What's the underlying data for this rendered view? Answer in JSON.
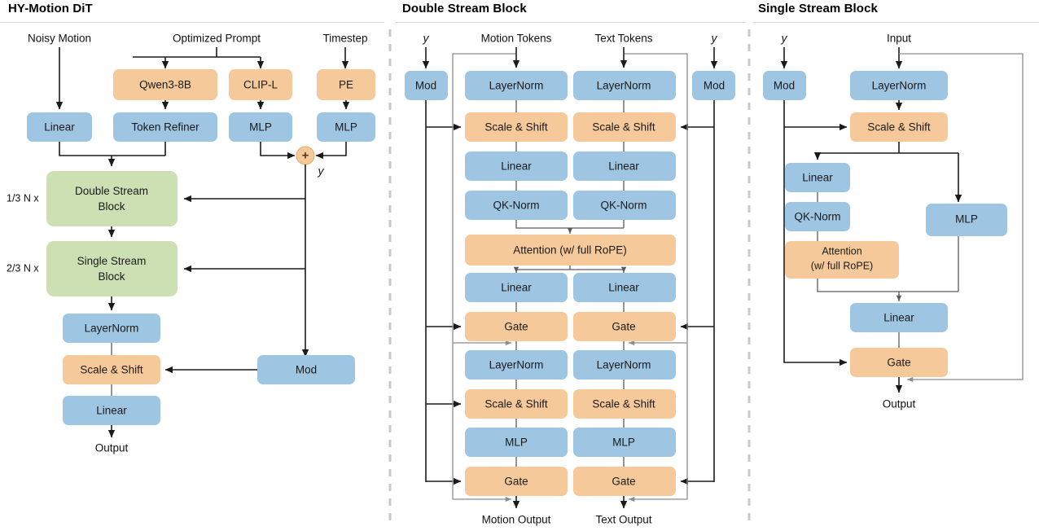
{
  "figure": {
    "kind": "neural-network-architecture-diagram",
    "panels": [
      "HY-Motion DiT",
      "Double Stream Block",
      "Single Stream Block"
    ]
  },
  "colors": {
    "blue": "#9ec5e2",
    "orange": "#f5c99a",
    "green": "#cde0b4",
    "line": "#1a1a1a",
    "line_gray": "#8c8c8c",
    "divider": "#c9c9c9",
    "rule": "#d8d8d8",
    "text": "#111111",
    "background": "#ffffff"
  },
  "panel_left": {
    "title": "HY-Motion DiT",
    "inputs": [
      {
        "name": "noisy-motion",
        "label": "Noisy Motion"
      },
      {
        "name": "optimized-prompt",
        "label": "Optimized Prompt"
      },
      {
        "name": "timestep",
        "label": "Timestep"
      }
    ],
    "blocks": [
      {
        "name": "qwen3-8b",
        "label": "Qwen3-8B",
        "color": "orange"
      },
      {
        "name": "clip-l",
        "label": "CLIP-L",
        "color": "orange"
      },
      {
        "name": "pe",
        "label": "PE",
        "color": "orange"
      },
      {
        "name": "linear-in",
        "label": "Linear",
        "color": "blue"
      },
      {
        "name": "token-refiner",
        "label": "Token Refiner",
        "color": "blue"
      },
      {
        "name": "mlp-clip",
        "label": "MLP",
        "color": "blue"
      },
      {
        "name": "mlp-pe",
        "label": "MLP",
        "color": "blue"
      },
      {
        "name": "double-stream-block",
        "label": "Double Stream Block",
        "color": "green"
      },
      {
        "name": "single-stream-block",
        "label": "Single Stream Block",
        "color": "green"
      },
      {
        "name": "layernorm-out",
        "label": "LayerNorm",
        "color": "blue"
      },
      {
        "name": "scale-shift-out",
        "label": "Scale & Shift",
        "color": "orange"
      },
      {
        "name": "linear-out",
        "label": "Linear",
        "color": "blue"
      },
      {
        "name": "mod",
        "label": "Mod",
        "color": "blue"
      }
    ],
    "annotations": [
      {
        "name": "repeat-double",
        "label": "1/3 N x"
      },
      {
        "name": "repeat-single",
        "label": "2/3 N x"
      },
      {
        "name": "sum-node",
        "label": "+"
      },
      {
        "name": "y-signal",
        "label": "y"
      }
    ],
    "output": {
      "name": "output",
      "label": "Output"
    }
  },
  "panel_middle": {
    "title": "Double Stream Block",
    "inputs": [
      {
        "name": "y-left",
        "label": "y"
      },
      {
        "name": "motion-tokens",
        "label": "Motion Tokens"
      },
      {
        "name": "text-tokens",
        "label": "Text Tokens"
      },
      {
        "name": "y-right",
        "label": "y"
      }
    ],
    "mod_left": {
      "name": "mod-left",
      "label": "Mod",
      "color": "blue"
    },
    "mod_right": {
      "name": "mod-right",
      "label": "Mod",
      "color": "blue"
    },
    "motion_stream": [
      {
        "name": "layernorm-1",
        "label": "LayerNorm",
        "color": "blue"
      },
      {
        "name": "scale-shift-1",
        "label": "Scale & Shift",
        "color": "orange"
      },
      {
        "name": "linear-1",
        "label": "Linear",
        "color": "blue"
      },
      {
        "name": "qk-norm",
        "label": "QK-Norm",
        "color": "blue"
      },
      {
        "name": "linear-2",
        "label": "Linear",
        "color": "blue"
      },
      {
        "name": "gate-1",
        "label": "Gate",
        "color": "orange"
      },
      {
        "name": "layernorm-2",
        "label": "LayerNorm",
        "color": "blue"
      },
      {
        "name": "scale-shift-2",
        "label": "Scale & Shift",
        "color": "orange"
      },
      {
        "name": "mlp",
        "label": "MLP",
        "color": "blue"
      },
      {
        "name": "gate-2",
        "label": "Gate",
        "color": "orange"
      }
    ],
    "text_stream": [
      {
        "name": "layernorm-1",
        "label": "LayerNorm",
        "color": "blue"
      },
      {
        "name": "scale-shift-1",
        "label": "Scale & Shift",
        "color": "orange"
      },
      {
        "name": "linear-1",
        "label": "Linear",
        "color": "blue"
      },
      {
        "name": "qk-norm",
        "label": "QK-Norm",
        "color": "blue"
      },
      {
        "name": "linear-2",
        "label": "Linear",
        "color": "blue"
      },
      {
        "name": "gate-1",
        "label": "Gate",
        "color": "orange"
      },
      {
        "name": "layernorm-2",
        "label": "LayerNorm",
        "color": "blue"
      },
      {
        "name": "scale-shift-2",
        "label": "Scale & Shift",
        "color": "orange"
      },
      {
        "name": "mlp",
        "label": "MLP",
        "color": "blue"
      },
      {
        "name": "gate-2",
        "label": "Gate",
        "color": "orange"
      }
    ],
    "attention": {
      "name": "attention",
      "label": "Attention (w/ full RoPE)",
      "color": "orange"
    },
    "outputs": [
      {
        "name": "motion-output",
        "label": "Motion Output"
      },
      {
        "name": "text-output",
        "label": "Text Output"
      }
    ]
  },
  "panel_right": {
    "title": "Single Stream Block",
    "inputs": [
      {
        "name": "y-left",
        "label": "y"
      },
      {
        "name": "input",
        "label": "Input"
      }
    ],
    "mod": {
      "name": "mod",
      "label": "Mod",
      "color": "blue"
    },
    "blocks": [
      {
        "name": "layernorm",
        "label": "LayerNorm",
        "color": "blue"
      },
      {
        "name": "scale-shift",
        "label": "Scale & Shift",
        "color": "orange"
      },
      {
        "name": "linear-1",
        "label": "Linear",
        "color": "blue"
      },
      {
        "name": "qk-norm",
        "label": "QK-Norm",
        "color": "blue"
      },
      {
        "name": "attention",
        "label": "Attention",
        "label2": "(w/ full RoPE)",
        "color": "orange"
      },
      {
        "name": "mlp",
        "label": "MLP",
        "color": "blue"
      },
      {
        "name": "linear-2",
        "label": "Linear",
        "color": "blue"
      },
      {
        "name": "gate",
        "label": "Gate",
        "color": "orange"
      }
    ],
    "output": {
      "name": "output",
      "label": "Output"
    }
  }
}
